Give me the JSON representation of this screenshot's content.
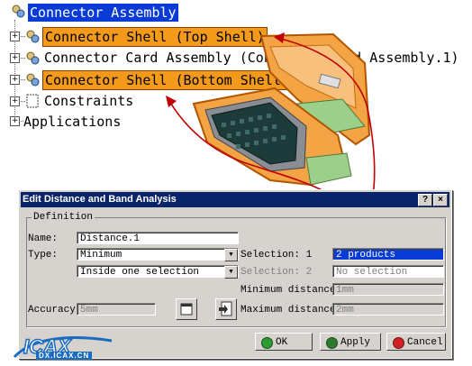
{
  "tree": {
    "root": "Connector Assembly",
    "nodes": [
      {
        "label": "Connector Shell (Top Shell)",
        "state": "highlighted"
      },
      {
        "label": "Connector Card Assembly (Connector Card Assembly.1)",
        "state": "normal"
      },
      {
        "label": "Connector Shell (Bottom Shell)",
        "state": "highlighted"
      },
      {
        "label": "Constraints",
        "state": "normal"
      },
      {
        "label": "Applications",
        "state": "normal"
      }
    ]
  },
  "dialog": {
    "title": "Edit Distance and Band Analysis",
    "help_button": "?",
    "close_button": "×",
    "definition_label": "Definition",
    "name_label": "Name:",
    "name_value": "Distance.1",
    "type_label": "Type:",
    "type_value": "Minimum",
    "mode_value": "Inside one selection",
    "selection1_label": "Selection: 1",
    "selection1_value": "2 products",
    "selection2_label": "Selection: 2",
    "selection2_value": "No selection",
    "min_distance_label": "Minimum distance:",
    "min_distance_value": "1mm",
    "max_distance_label": "Maximum distance:",
    "max_distance_value": "2mm",
    "accuracy_label": "Accuracy:",
    "accuracy_value": "5mm",
    "ok_label": "OK",
    "apply_label": "Apply",
    "cancel_label": "Cancel"
  },
  "watermark": {
    "logo_text": "ICAX",
    "site_text": "DX.ICAX.CN"
  },
  "colors": {
    "highlight": "#f39a1a",
    "selection": "#0b3bd6",
    "title_bar": "#0a246a",
    "dialog_bg": "#d6d3ce",
    "annotation": "#c00000"
  }
}
